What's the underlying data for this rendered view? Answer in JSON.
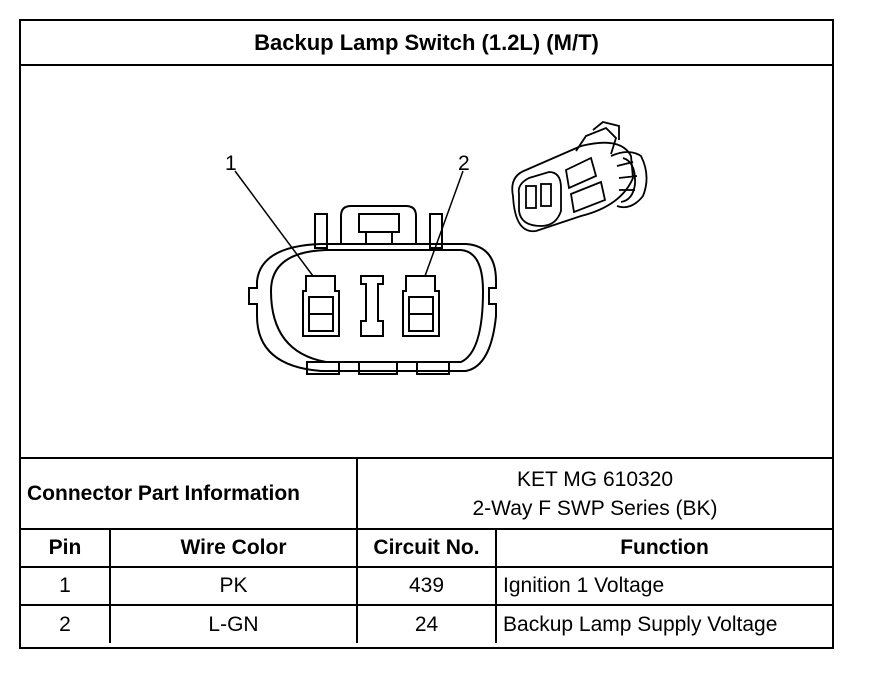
{
  "title": "Backup Lamp Switch (1.2L) (M/T)",
  "diagram": {
    "pin_callouts": [
      "1",
      "2"
    ]
  },
  "connector_part_information": {
    "label": "Connector Part Information",
    "lines": [
      "KET MG 610320",
      "2-Way F SWP Series (BK)"
    ]
  },
  "table": {
    "headers": [
      "Pin",
      "Wire Color",
      "Circuit No.",
      "Function"
    ],
    "rows": [
      {
        "pin": "1",
        "wire_color": "PK",
        "circuit": "439",
        "function": "Ignition 1 Voltage"
      },
      {
        "pin": "2",
        "wire_color": "L-GN",
        "circuit": "24",
        "function": "Backup Lamp Supply Voltage"
      }
    ]
  }
}
